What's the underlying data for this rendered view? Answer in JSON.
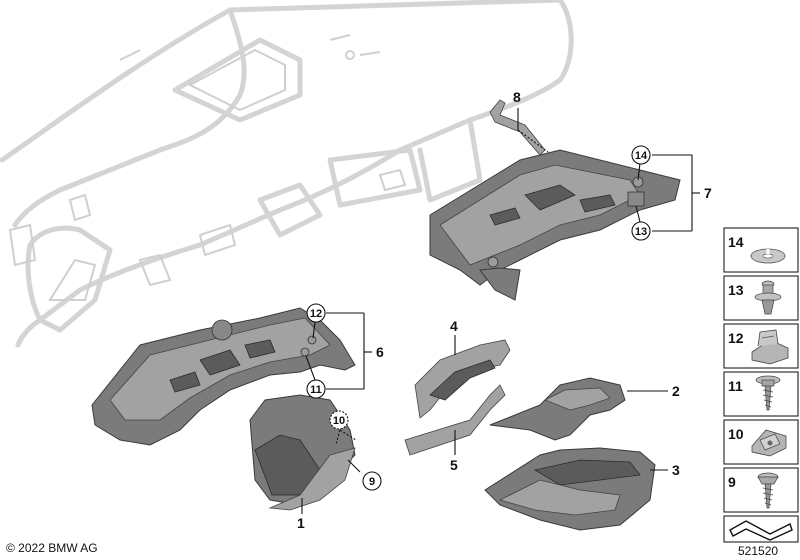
{
  "callouts": {
    "c1": "1",
    "c2": "2",
    "c3": "3",
    "c4": "4",
    "c5": "5",
    "c6": "6",
    "c7": "7",
    "c8": "8",
    "c9": "9",
    "c10": "10",
    "c11": "11",
    "c12": "12",
    "c13": "13",
    "c14": "14"
  },
  "sidebar": [
    {
      "label": "14",
      "icon": "washer-icon"
    },
    {
      "label": "13",
      "icon": "expansion-rivet-icon"
    },
    {
      "label": "12",
      "icon": "spring-clip-icon"
    },
    {
      "label": "11",
      "icon": "flange-screw-icon"
    },
    {
      "label": "10",
      "icon": "speed-nut-icon"
    },
    {
      "label": "9",
      "icon": "tapping-screw-icon"
    }
  ],
  "footer": {
    "copyright": "© 2022 BMW AG",
    "diagram_number": "521520"
  }
}
